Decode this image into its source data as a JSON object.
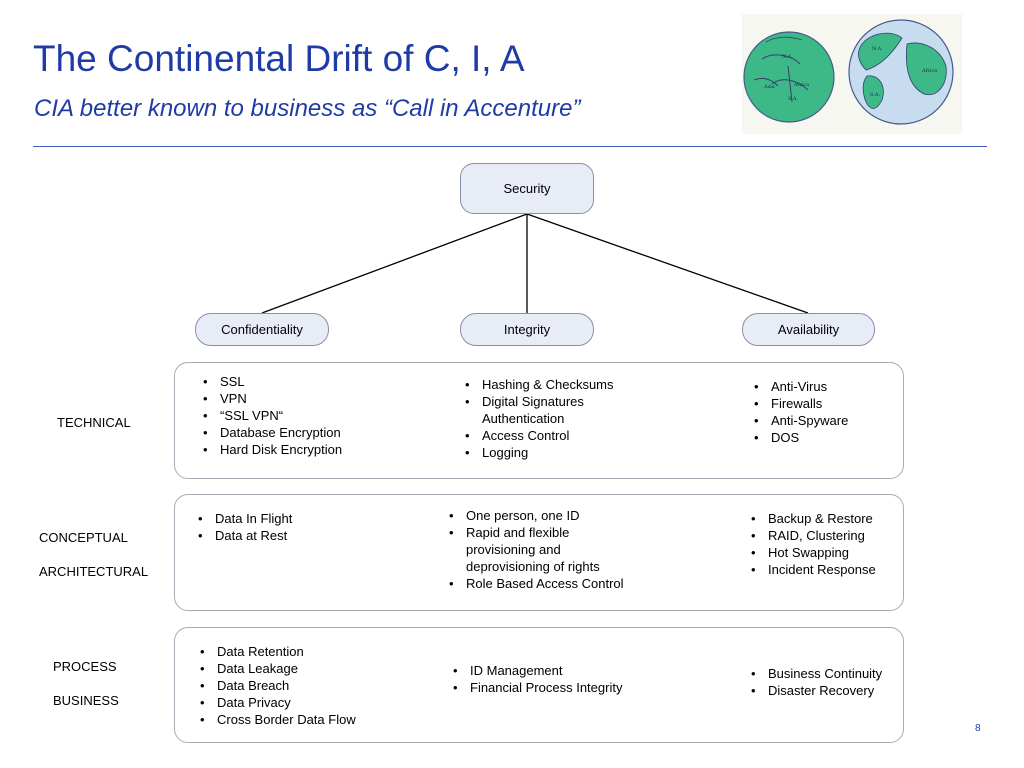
{
  "header": {
    "title": "The Continental Drift of C, I, A",
    "subtitle": "CIA better known to business as “Call in Accenture”"
  },
  "globe_labels": {
    "left": [
      "N.A.",
      "Asia",
      "Africa",
      "S.A."
    ],
    "right": [
      "N.A.",
      "Africa",
      "S.A."
    ]
  },
  "tree": {
    "root": "Security",
    "children": [
      "Confidentiality",
      "Integrity",
      "Availability"
    ]
  },
  "rows": [
    {
      "labels": [
        "TECHNICAL"
      ],
      "confidentiality": [
        "SSL",
        "VPN",
        "“SSL VPN“",
        "Database Encryption",
        "Hard Disk Encryption"
      ],
      "integrity": [
        "Hashing & Checksums",
        "Digital Signatures\nAuthentication",
        "Access Control",
        "Logging"
      ],
      "availability": [
        "Anti-Virus",
        "Firewalls",
        "Anti-Spyware",
        "DOS"
      ]
    },
    {
      "labels": [
        "CONCEPTUAL",
        "ARCHITECTURAL"
      ],
      "confidentiality": [
        "Data In Flight",
        "Data at Rest"
      ],
      "integrity": [
        "One person, one ID",
        "Rapid and flexible\nprovisioning and\ndeprovisioning of rights",
        "Role Based Access Control"
      ],
      "availability": [
        "Backup & Restore",
        "RAID, Clustering",
        "Hot Swapping",
        "Incident Response"
      ]
    },
    {
      "labels": [
        "PROCESS",
        "BUSINESS"
      ],
      "confidentiality": [
        "Data Retention",
        "Data Leakage",
        "Data Breach",
        "Data Privacy",
        "Cross Border Data Flow"
      ],
      "integrity": [
        "ID Management",
        "Financial Process Integrity"
      ],
      "availability": [
        "Business Continuity",
        "Disaster Recovery"
      ]
    }
  ],
  "page_number": "8",
  "colors": {
    "title": "#1f3ba6",
    "node_fill": "#e8ecf7",
    "globe_land": "#3db887",
    "globe_ocean": "#c8dcf0"
  }
}
